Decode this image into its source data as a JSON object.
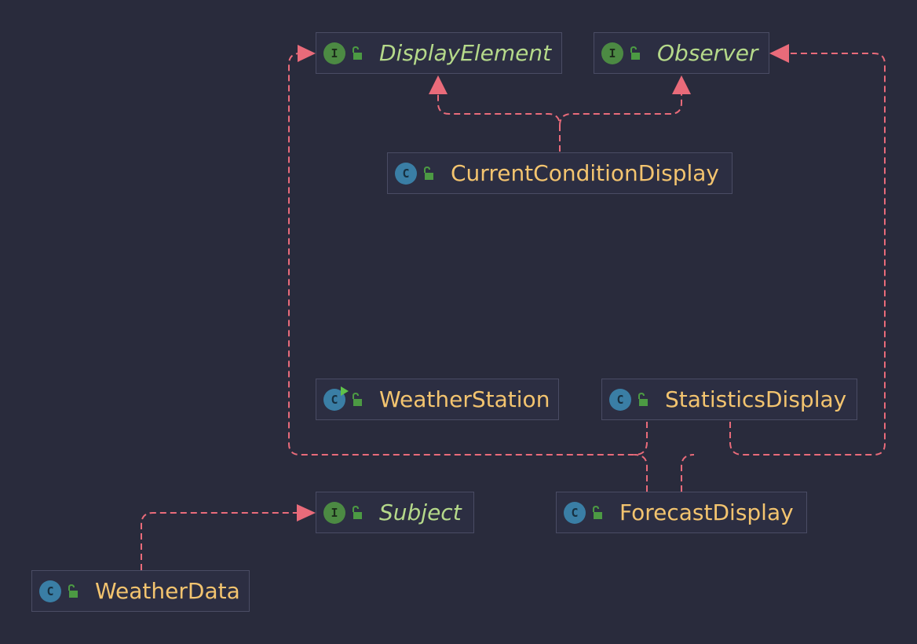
{
  "diagram": {
    "nodes": [
      {
        "id": "display-element",
        "label": "DisplayElement",
        "kind": "interface",
        "kind_glyph": "I"
      },
      {
        "id": "observer",
        "label": "Observer",
        "kind": "interface",
        "kind_glyph": "I"
      },
      {
        "id": "current-condition-display",
        "label": "CurrentConditionDisplay",
        "kind": "class",
        "kind_glyph": "C"
      },
      {
        "id": "weather-station",
        "label": "WeatherStation",
        "kind": "class",
        "kind_glyph": "C",
        "runnable": true
      },
      {
        "id": "statistics-display",
        "label": "StatisticsDisplay",
        "kind": "class",
        "kind_glyph": "C"
      },
      {
        "id": "subject",
        "label": "Subject",
        "kind": "interface",
        "kind_glyph": "I"
      },
      {
        "id": "forecast-display",
        "label": "ForecastDisplay",
        "kind": "class",
        "kind_glyph": "C"
      },
      {
        "id": "weather-data",
        "label": "WeatherData",
        "kind": "class",
        "kind_glyph": "C"
      }
    ],
    "edges": [
      {
        "from": "current-condition-display",
        "to": "display-element",
        "type": "implements"
      },
      {
        "from": "current-condition-display",
        "to": "observer",
        "type": "implements"
      },
      {
        "from": "statistics-display",
        "to": "display-element",
        "type": "implements"
      },
      {
        "from": "statistics-display",
        "to": "observer",
        "type": "implements"
      },
      {
        "from": "forecast-display",
        "to": "display-element",
        "type": "implements"
      },
      {
        "from": "forecast-display",
        "to": "observer",
        "type": "implements"
      },
      {
        "from": "weather-data",
        "to": "subject",
        "type": "implements"
      }
    ],
    "colors": {
      "background": "#292b3c",
      "edge": "#e96b7a",
      "interface_text": "#b5d98a",
      "class_text": "#f3c46f",
      "interface_badge": "#4c8a43",
      "class_badge": "#3a7ea5"
    }
  }
}
